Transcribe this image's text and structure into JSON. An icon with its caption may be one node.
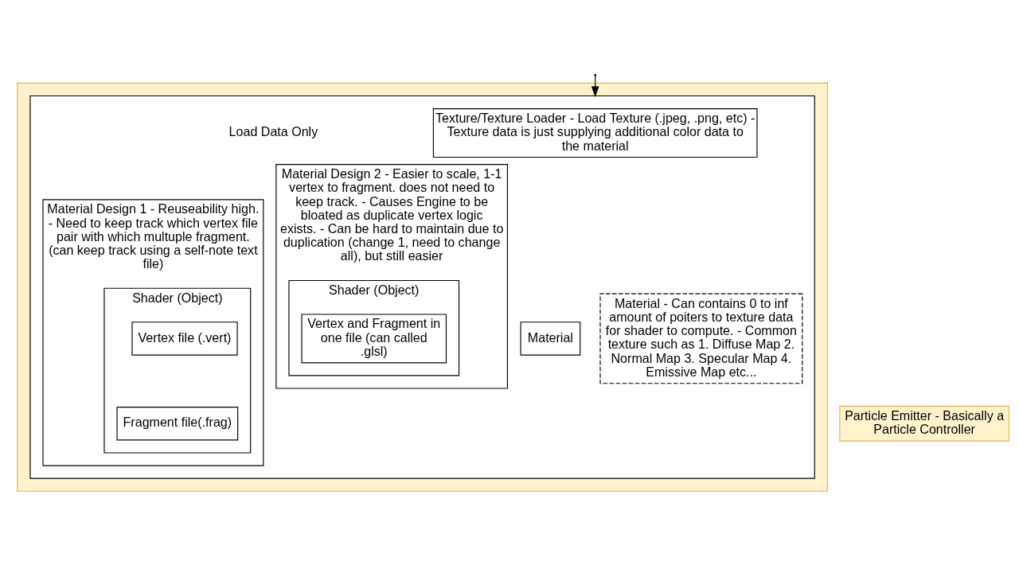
{
  "diagram": {
    "nodes": [
      {
        "text": [],
        "shape": "box"
      },
      {
        "text": [],
        "shape": "box",
        "in": 0
      },
      {
        "text": [
          "Texture/Texture Loader - Load Texture (.jpeg, .png, etc) - Texture data is just supplying additional color data to the material"
        ],
        "in": 1
      },
      {
        "text": [
          "Material"
        ],
        "in": 1
      },
      {
        "text": [
          "Material - Can contains 0 to inf amount of poiters to texture data for shader to compute. - Common texture such as 1. Diffuse Map 2. Normal Map 3. Specular Map 4. Emissive Map etc..."
        ],
        "in": 1
      },
      {
        "text": [
          "Material Design 1 - Reuseability high. - Need to keep track which vertex file pair with which multuple fragment. (can keep track using a self-note text file)"
        ],
        "in": 1
      },
      {
        "text": [
          "Shader (Object)"
        ],
        "in": 5
      },
      {
        "text": [
          "Vertex file (.vert)"
        ],
        "in": 6
      },
      {
        "text": [
          "Fragment file(.frag)"
        ],
        "in": 6
      },
      {
        "text": [
          "Material Design 2 - Easier to scale, 1-1 vertex to fragment. does not need to keep track. - Causes Engine to be bloated as duplicate vertex logic exists. - Can be hard to maintain due to duplication (change 1, need to change all), but still easier"
        ],
        "in": 1
      },
      {
        "text": [
          "Shader (Object)"
        ],
        "in": 9
      },
      {
        "text": [
          "Vertex and Fragment in one file (can called .glsl)"
        ],
        "in": 10
      },
      {
        "text": [
          "Particle Emitter - Basically a Particle Controller"
        ]
      }
    ],
    "edges": [
      {
        "from": null,
        "to": 1,
        "arrow": "to"
      }
    ],
    "labels": [
      "Load Data Only"
    ]
  }
}
